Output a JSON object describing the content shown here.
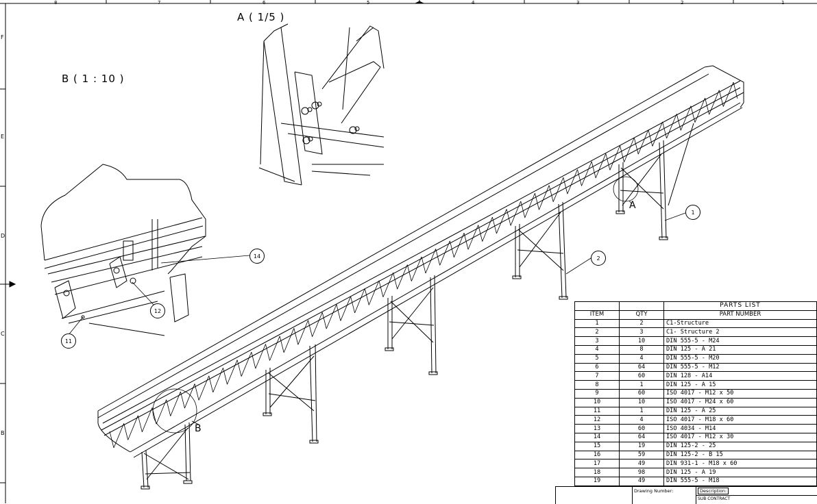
{
  "views": {
    "detail_a_title": "A ( 1/5 )",
    "detail_b_title": "B ( 1 : 10 )",
    "marker_a": "A",
    "marker_b": "B"
  },
  "zone_letters": [
    "F",
    "E",
    "D",
    "C",
    "B"
  ],
  "zone_numbers": [
    "8",
    "7",
    "6",
    "5",
    "4",
    "3",
    "2",
    "1"
  ],
  "balloons": {
    "b1": "1",
    "b2": "2",
    "b11": "11",
    "b12": "12",
    "b14": "14"
  },
  "parts_list": {
    "title": "PARTS LIST",
    "headers": [
      "ITEM",
      "QTY",
      "PART NUMBER"
    ],
    "rows": [
      [
        "1",
        "2",
        "C1-Structure"
      ],
      [
        "2",
        "3",
        "C1- Structure 2"
      ],
      [
        "3",
        "10",
        "DIN 555-5 - M24"
      ],
      [
        "4",
        "8",
        "DIN 125 - A 21"
      ],
      [
        "5",
        "4",
        "DIN 555-5 - M20"
      ],
      [
        "6",
        "64",
        "DIN 555-5 - M12"
      ],
      [
        "7",
        "60",
        "DIN 128 - A14"
      ],
      [
        "8",
        "1",
        "DIN 125 - A 15"
      ],
      [
        "9",
        "60",
        "ISO 4017 - M12 x 50"
      ],
      [
        "10",
        "10",
        "ISO 4017 - M24 x 60"
      ],
      [
        "11",
        "1",
        "DIN 125 - A 25"
      ],
      [
        "12",
        "4",
        "ISO 4017 - M18 x 60"
      ],
      [
        "13",
        "60",
        "ISO 4034 - M14"
      ],
      [
        "14",
        "64",
        "ISO 4017 - M12 x 30"
      ],
      [
        "15",
        "19",
        "DIN 125-2 -  25"
      ],
      [
        "16",
        "59",
        "DIN 125-2 - B 15"
      ],
      [
        "17",
        "49",
        "DIN 931-1 - M18 x 60"
      ],
      [
        "18",
        "98",
        "DIN 125 - A 19"
      ],
      [
        "19",
        "49",
        "DIN 555-5 - M18"
      ]
    ]
  },
  "title_block": {
    "drawing_number_label": "Drawing Number:",
    "description_label": "Description:",
    "sub_contract_label": "SUB CONTRACT"
  },
  "colors": {
    "line": "#000000",
    "logo_yellow": "#f2d21b",
    "paper": "#ffffff"
  }
}
